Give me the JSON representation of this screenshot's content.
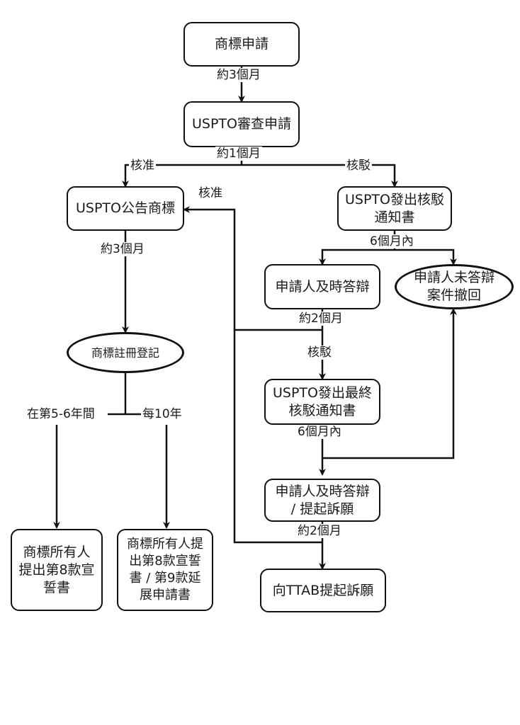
{
  "nodes": {
    "application": "商標申請",
    "examination": "USPTO審查申請",
    "publication": "USPTO公告商標",
    "office_action": "USPTO發出核駁\n通知書",
    "timely_response": "申請人及時答辯",
    "abandoned": "申請人未答辯\n案件撤回",
    "registration": "商標註冊登記",
    "final_office_action": "USPTO發出最終\n核駁通知書",
    "response_or_appeal": "申請人及時答辯\n/ 提起訴願",
    "ttab_appeal": "向TTAB提起訴願",
    "section8": "商標所有人\n提出第8款宣\n誓書",
    "section8_9": "商標所有人提\n出第8款宣誓\n書 / 第9款延\n展申請書"
  },
  "edge_labels": {
    "app_to_exam": "約3個月",
    "exam_out": "約1個月",
    "approve_left": "核准",
    "reject_right": "核駁",
    "approve_back": "核准",
    "pub_to_reg": "約3個月",
    "oa_out": "6個月內",
    "resp_out": "約2個月",
    "reject_again": "核駁",
    "final_out": "6個月內",
    "appeal_out": "約2個月",
    "years_5_6": "在第5-6年間",
    "every_10": "每10年"
  }
}
